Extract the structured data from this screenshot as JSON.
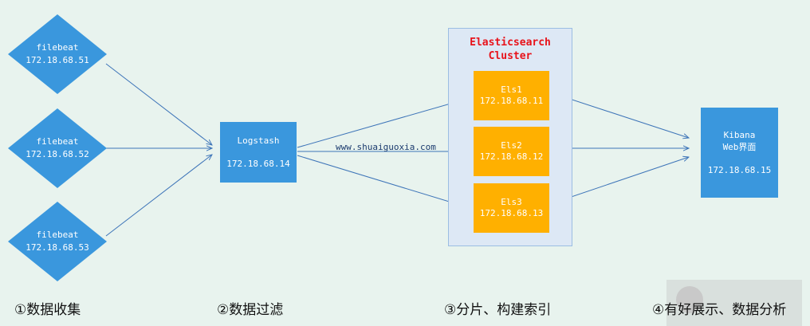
{
  "filebeats": [
    {
      "name": "filebeat",
      "ip": "172.18.68.51"
    },
    {
      "name": "filebeat",
      "ip": "172.18.68.52"
    },
    {
      "name": "filebeat",
      "ip": "172.18.68.53"
    }
  ],
  "logstash": {
    "name": "Logstash",
    "ip": "172.18.68.14"
  },
  "watermark": "www.shuaiguoxia.com",
  "cluster": {
    "title_line1": "Elasticsearch",
    "title_line2": "Cluster",
    "nodes": [
      {
        "name": "Els1",
        "ip": "172.18.68.11"
      },
      {
        "name": "Els2",
        "ip": "172.18.68.12"
      },
      {
        "name": "Els3",
        "ip": "172.18.68.13"
      }
    ]
  },
  "kibana": {
    "name": "Kibana",
    "subtitle": "Web界面",
    "ip": "172.18.68.15"
  },
  "steps": [
    "①数据收集",
    "②数据过滤",
    "③分片、构建索引",
    "④有好展示、数据分析"
  ],
  "colors": {
    "blue": "#3a97dd",
    "orange": "#ffb000",
    "arrow": "#3d74b8",
    "cluster_title": "#e8121a",
    "background": "#e8f3ee"
  }
}
